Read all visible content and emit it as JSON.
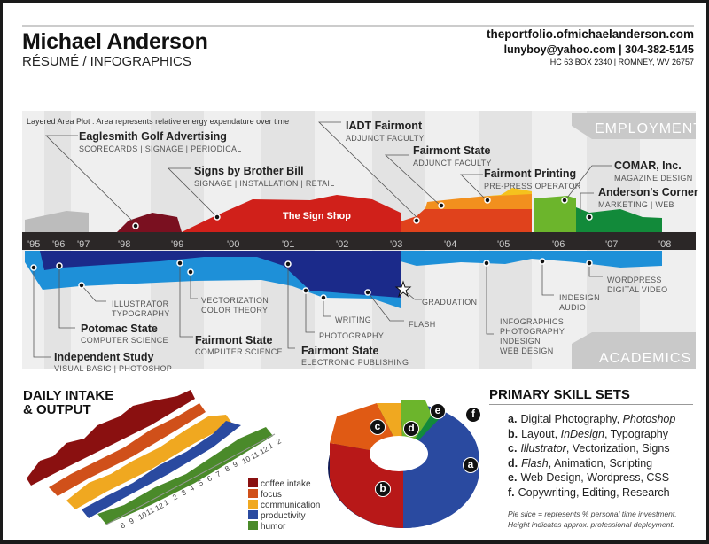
{
  "header": {
    "name": "Michael Anderson",
    "subtitle": "RÉSUMÉ / INFOGRAPHICS",
    "website": "theportfolio.ofmichaelanderson.com",
    "email_phone": "lunyboy@yahoo.com | 304-382-5145",
    "address": "HC 63 BOX 2340 | ROMNEY, WV 26757"
  },
  "timeline": {
    "note": "Layered Area Plot : Area represents relative energy expendature over time",
    "employment_label": "EMPLOYMENT",
    "academics_label": "ACADEMICS",
    "years": [
      "'95",
      "'96",
      "'97",
      "'98",
      "'99",
      "'00",
      "'01",
      "'02",
      "'03",
      "'04",
      "'05",
      "'06",
      "'07",
      "'08"
    ],
    "employment": [
      {
        "title": "Eaglesmith Golf Advertising",
        "detail": "SCORECARDS | SIGNAGE | PERIODICAL",
        "color": "#7a1020"
      },
      {
        "title": "Signs by Brother Bill",
        "detail": "SIGNAGE | INSTALLATION | RETAIL",
        "color": "#d92b1a"
      },
      {
        "title": "The Sign Shop",
        "color": "#c81e1e"
      },
      {
        "title": "IADT Fairmont",
        "detail": "ADJUNCT FACULTY",
        "color": "#e0421c"
      },
      {
        "title": "Fairmont State",
        "detail": "ADJUNCT FACULTY",
        "color": "#f2901e"
      },
      {
        "title": "Fairmont Printing",
        "detail": "PRE-PRESS OPERATOR",
        "color": "#f5c21e"
      },
      {
        "title": "COMAR, Inc.",
        "detail": "MAGAZINE DESIGN",
        "color": "#6cb52c"
      },
      {
        "title": "Anderson's Corner",
        "detail": "MARKETING | WEB",
        "color": "#128a3a"
      }
    ],
    "academics": [
      {
        "title": "Independent Study",
        "detail": "VISUAL BASIC | PHOTOSHOP"
      },
      {
        "title": "Potomac State",
        "detail": "COMPUTER SCIENCE"
      },
      {
        "title": "Fairmont State",
        "detail": "COMPUTER SCIENCE"
      },
      {
        "title": "Fairmont State",
        "detail": "ELECTRONIC PUBLISHING"
      }
    ],
    "skills_notes": [
      "ILLUSTRATOR",
      "TYPOGRAPHY",
      "VECTORIZATION",
      "COLOR THEORY",
      "WRITING",
      "PHOTOGRAPHY",
      "FLASH",
      "GRADUATION",
      "INFOGRAPHICS",
      "PHOTOGRAPHY",
      "INDESIGN",
      "WEB DESIGN",
      "INDESIGN",
      "AUDIO",
      "WORDPRESS",
      "DIGITAL VIDEO"
    ]
  },
  "daily": {
    "title_1": "DAILY INTAKE",
    "title_2": "& OUTPUT",
    "hours": [
      "8",
      "9",
      "10",
      "11",
      "12",
      "1",
      "2",
      "3",
      "4",
      "5",
      "6",
      "7",
      "8",
      "9",
      "10",
      "11",
      "12",
      "1",
      "2"
    ],
    "legend": [
      {
        "label": "coffee intake",
        "color": "#8a1010"
      },
      {
        "label": "focus",
        "color": "#d0501a"
      },
      {
        "label": "communication",
        "color": "#f0a820"
      },
      {
        "label": "productivity",
        "color": "#2a4aa0"
      },
      {
        "label": "humor",
        "color": "#4a8a2a"
      }
    ]
  },
  "skills": {
    "title": "PRIMARY SKILL SETS",
    "items": [
      {
        "letter": "a.",
        "text": "Digital Photography, ",
        "em": "Photoshop",
        "rest": ""
      },
      {
        "letter": "b.",
        "text": "Layout, ",
        "em": "InDesign",
        "rest": ", Typography"
      },
      {
        "letter": "c.",
        "text": "",
        "em": "Illustrator",
        "rest": ", Vectorization, Signs"
      },
      {
        "letter": "d.",
        "text": "",
        "em": "Flash",
        "rest": ", Animation, Scripting"
      },
      {
        "letter": "e.",
        "text": "Web Design, Wordpress, CSS",
        "em": "",
        "rest": ""
      },
      {
        "letter": "f.",
        "text": "Copywriting, Editing, Research",
        "em": "",
        "rest": ""
      }
    ],
    "slice_labels": [
      "a",
      "b",
      "c",
      "d",
      "e",
      "f"
    ],
    "note_1": "Pie slice = represents % personal time investment.",
    "note_2": "Height indicates approx. professional deployment."
  }
}
